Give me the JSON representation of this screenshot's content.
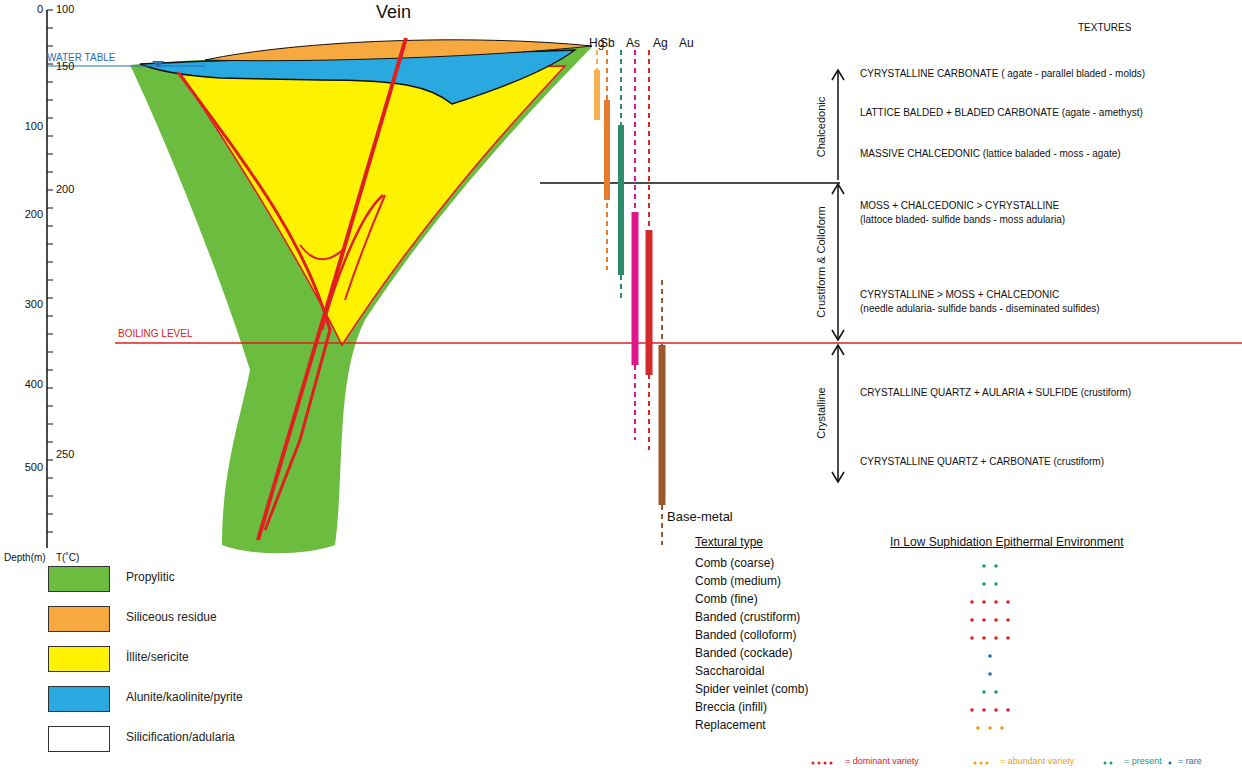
{
  "diagram": {
    "labels": [
      "Vein",
      "WATER TABLE",
      "BOILING LEVEL",
      "Base-metal",
      "Hg",
      "Sb",
      "As",
      "Ag",
      "Au",
      "TEXTURES",
      "Chalcedonic",
      "Crustiform & Colloform",
      "Crystalline",
      "CYRYSTALLINE CARBONATE ( agate - parallel bladed - molds)",
      "LATTICE BALDED + BLADED CARBONATE (agate - amethyst)",
      "MASSIVE CHALCEDONIC (lattice baladed - moss - agate)",
      "MOSS + CHALCEDONIC > CYRYSTALLINE",
      "(lattoce bladed- sulfide bands - moss adularia)",
      "CYRYSTALLINE > MOSS + CHALCEDONIC",
      "(needle adularia- sulfide bands - diseminated sulfides)",
      "CRYSTALLINE QUARTZ + AULARIA + SULFIDE (crustiform)",
      "CYRYSTALLINE QUARTZ + CARBONATE (crustiform)",
      "0",
      "100",
      "150",
      "100",
      "200",
      "200",
      "300",
      "400",
      "250",
      "500",
      "Depth(m)",
      "T(˚C)",
      "Textural type",
      "In Low Suphidation Epithermal Environment",
      "Comb (coarse)",
      "Comb (medium)",
      "Comb (fine)",
      "Banded (crustiform)",
      "Banded (colloform)",
      "Banded (cockade)",
      "Saccharoidal",
      "Spider veinlet (comb)",
      "Breccia (infill)",
      "Replacement"
    ],
    "legend": [
      {
        "text": "Propylitic",
        "color": "#6cbd3f"
      },
      {
        "text": "Siliceous residue",
        "color": "#f7a940"
      },
      {
        "text": "İllite/sericite",
        "color": "#fff200"
      },
      {
        "text": "Alunite/kaolinite/pyrite",
        "color": "#2aa9e0"
      },
      {
        "text": "Silicification/adularia",
        "color": "#ffffff"
      },
      {
        "text": "= dominant variety"
      },
      {
        "text": "= abundant variety"
      },
      {
        "text": "= present"
      },
      {
        "text": "= rare"
      }
    ]
  }
}
